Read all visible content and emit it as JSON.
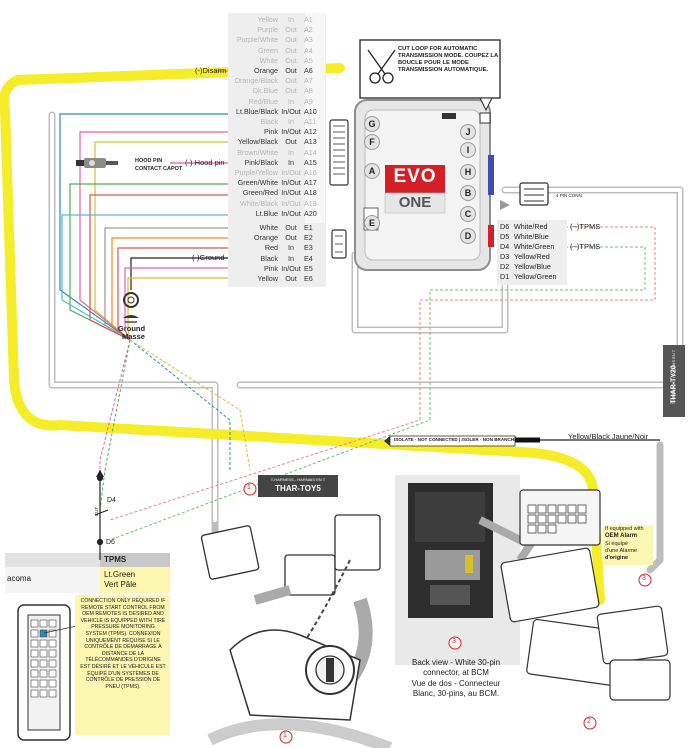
{
  "harness_a": [
    {
      "color": "Yellow",
      "dir": "In",
      "pin": "A1",
      "active": false
    },
    {
      "color": "Purple",
      "dir": "Out",
      "pin": "A2",
      "active": false
    },
    {
      "color": "Purple/White",
      "dir": "Out",
      "pin": "A3",
      "active": false
    },
    {
      "color": "Green",
      "dir": "Out",
      "pin": "A4",
      "active": false
    },
    {
      "color": "White",
      "dir": "Out",
      "pin": "A5",
      "active": false
    },
    {
      "color": "Orange",
      "dir": "Out",
      "pin": "A6",
      "active": true
    },
    {
      "color": "Orange/Black",
      "dir": "Out",
      "pin": "A7",
      "active": false
    },
    {
      "color": "Dk.Blue",
      "dir": "Out",
      "pin": "A8",
      "active": false
    },
    {
      "color": "Red/Blue",
      "dir": "In",
      "pin": "A9",
      "active": false
    },
    {
      "color": "Lt.Blue/Black",
      "dir": "In/Out",
      "pin": "A10",
      "active": true
    },
    {
      "color": "Black",
      "dir": "In",
      "pin": "A11",
      "active": false
    },
    {
      "color": "Pink",
      "dir": "In/Out",
      "pin": "A12",
      "active": true
    },
    {
      "color": "Yellow/Black",
      "dir": "Out",
      "pin": "A13",
      "active": true
    },
    {
      "color": "Brown/White",
      "dir": "In",
      "pin": "A14",
      "active": false
    },
    {
      "color": "Pink/Black",
      "dir": "In",
      "pin": "A15",
      "active": true
    },
    {
      "color": "Purple/Yellow",
      "dir": "In/Out",
      "pin": "A16",
      "active": false
    },
    {
      "color": "Green/White",
      "dir": "In/Out",
      "pin": "A17",
      "active": true
    },
    {
      "color": "Green/Red",
      "dir": "In/Out",
      "pin": "A18",
      "active": true
    },
    {
      "color": "White/Black",
      "dir": "In/Out",
      "pin": "A19",
      "active": false
    },
    {
      "color": "Lt.Blue",
      "dir": "In/Out",
      "pin": "A20",
      "active": true
    }
  ],
  "harness_e": [
    {
      "color": "White",
      "dir": "Out",
      "pin": "E1",
      "active": true
    },
    {
      "color": "Orange",
      "dir": "Out",
      "pin": "E2",
      "active": true
    },
    {
      "color": "Red",
      "dir": "In",
      "pin": "E3",
      "active": true
    },
    {
      "color": "Black",
      "dir": "In",
      "pin": "E4",
      "active": true
    },
    {
      "color": "Pink",
      "dir": "In/Out",
      "pin": "E5",
      "active": true
    },
    {
      "color": "Yellow",
      "dir": "Out",
      "pin": "E6",
      "active": true
    }
  ],
  "harness_d": [
    {
      "pin": "D6",
      "color": "White/Red",
      "active": true
    },
    {
      "pin": "D5",
      "color": "White/Blue",
      "active": false
    },
    {
      "pin": "D4",
      "color": "White/Green",
      "active": true
    },
    {
      "pin": "D3",
      "color": "Yellow/Red",
      "active": false
    },
    {
      "pin": "D2",
      "color": "Yellow/Blue",
      "active": false
    },
    {
      "pin": "D1",
      "color": "Yellow/Green",
      "active": false
    }
  ],
  "labels": {
    "disarm": "(-)Disarm",
    "hood_pin": "(-) Hood pin",
    "hood_pin_tag1": "HOOD PIN",
    "hood_pin_tag2": "CONTACT CAPOT",
    "ground": "(-)Ground",
    "ground_title1": "Ground",
    "ground_title2": "Masse",
    "tpms1": "(~)TPMS",
    "tpms2": "(~)TPMS",
    "pin_conn": "4 PIN CONN.",
    "cut_loop": "CUT LOOP FOR AUTOMATIC TRANSMISSION MODE. COUPEZ LA BOUCLE POUR LE MODE TRANSMISSION AUTOMATIQUE.",
    "isolate": "ISOLATE · NOT CONNECTED | ISOLER · NON BRANCHÉ",
    "yellow_black": "Yellow/Black  Jaune/Noir",
    "tharness_small": "T-HARNESS - HARNAIS EN T",
    "tharness_name": "THAR-TOY5",
    "tharness2_small": "T-HARNESS - HARNAIS EN T",
    "tharness2_name": "THAR-TY20",
    "tpms_title": "TPMS",
    "tpms_color1": "Lt.Green",
    "tpms_color2": "Vert Pâle",
    "tacoma": "acoma",
    "d4": "D4",
    "d6": "D6",
    "cut": "CUT",
    "connection_note": "CONNECTION ONLY REQUIRED IF REMOTE START CONTROL FROM OEM REMOTES IS DESIRED AND VEHICLE IS EQUIPPED WITH TIRE PRESSURE MONITORING SYSTEM (TPMS). CONNEXION UNIQUEMENT REQUISE SI LE CONTRÔLE DE DÉMARRAGE À DISTANCE DE LA TÉLÉCOMMANDES D'ORIGINE EST DÉSIRÉ ET LE VÉHICULE EST ÉQUIPÉ D'UN SYSTÈMES DE CONTRÔLE DE PRESSION DE PNEU (TPMS).",
    "oem_alarm1": "If equipped with",
    "oem_alarm2": "OEM Alarm",
    "oem_alarm3": "Si équipé",
    "oem_alarm4": "d'une Alarme",
    "oem_alarm5": "d'origine",
    "back_view": "Back view - White 30-pin connector, at BCM",
    "vue_dos": "Vue de dos - Connecteur Blanc, 30-pins, au BCM.",
    "num1": "1",
    "num2": "2",
    "num3": "3",
    "brand_top": "EVO",
    "brand_bottom": "ONE"
  },
  "module_connectors": [
    "G",
    "F",
    "A",
    "E",
    "J",
    "I",
    "H",
    "B",
    "C",
    "D"
  ],
  "colors": {
    "highlight": "#f5ec1f",
    "harness_gray": "#c8c8c8",
    "evo_red": "#d32027",
    "module_bg": "#e6e6e6"
  }
}
